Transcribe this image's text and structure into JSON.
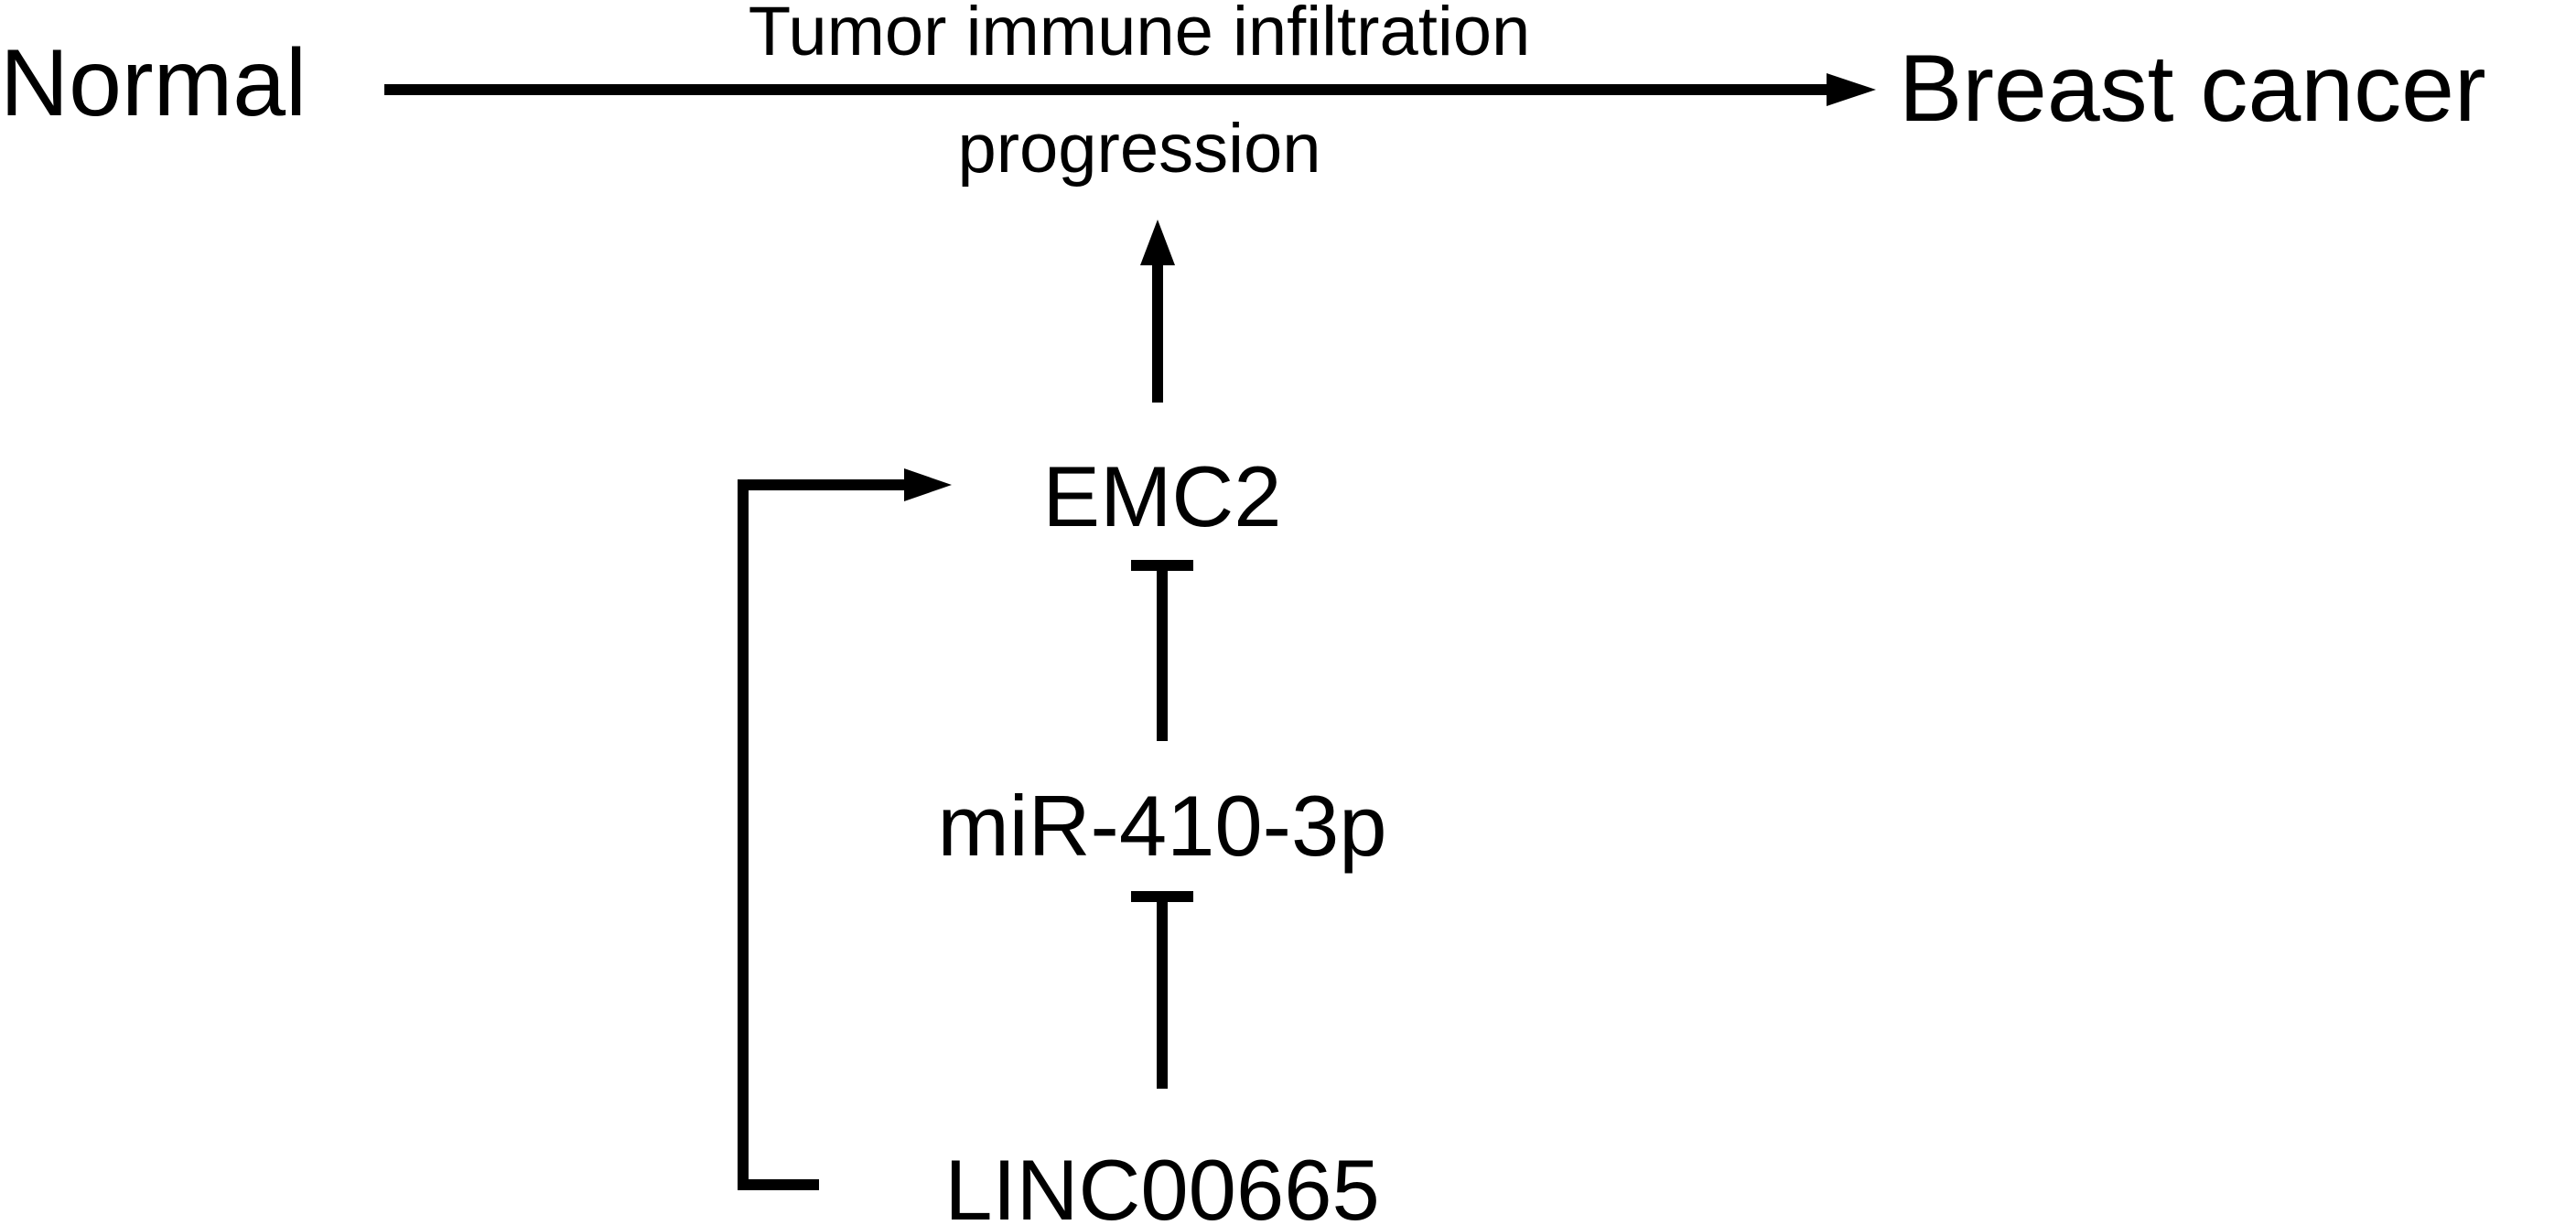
{
  "diagram": {
    "nodes": {
      "normal": "Normal",
      "breast_cancer": "Breast cancer",
      "emc2": "EMC2",
      "mir": "miR-410-3p",
      "linc": "LINC00665"
    },
    "process": {
      "line1": "Tumor immune infiltration",
      "line2": "progression"
    },
    "edges": [
      {
        "from": "Normal",
        "to": "Breast cancer",
        "type": "activation"
      },
      {
        "from": "EMC2",
        "to": "Tumor immune infiltration progression",
        "type": "activation"
      },
      {
        "from": "miR-410-3p",
        "to": "EMC2",
        "type": "inhibition"
      },
      {
        "from": "LINC00665",
        "to": "miR-410-3p",
        "type": "inhibition"
      },
      {
        "from": "LINC00665",
        "to": "EMC2",
        "type": "activation"
      }
    ]
  }
}
